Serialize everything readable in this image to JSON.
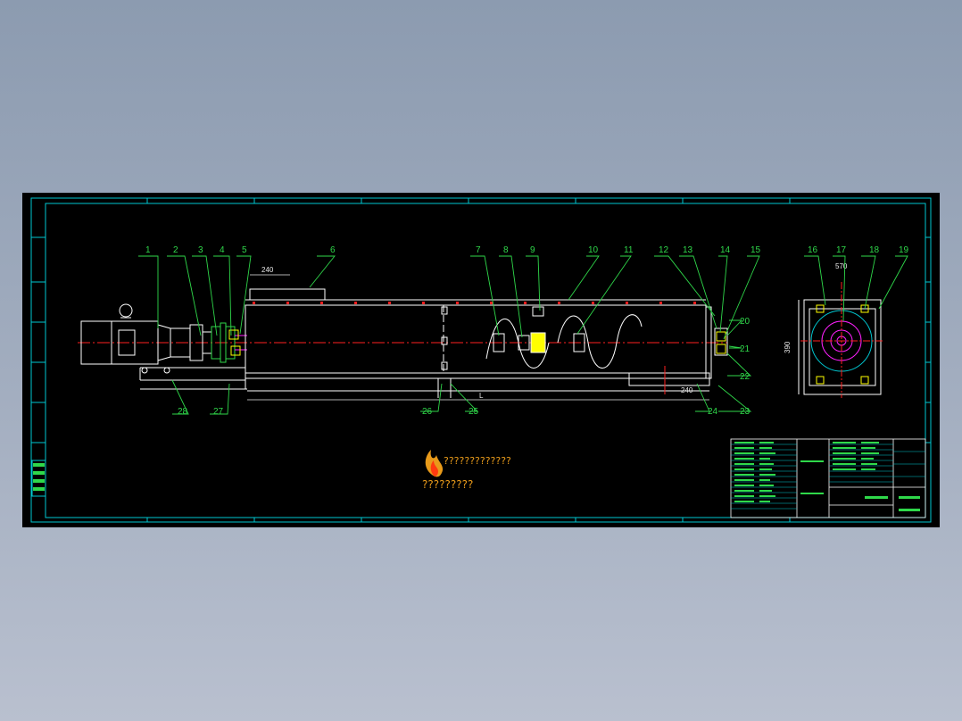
{
  "drawing": {
    "colors": {
      "background": "#000000",
      "frame": "#00c8d2",
      "outline": "#ffffff",
      "centerline": "#ff2020",
      "balloon": "#2fd84a",
      "leader": "#2fd84a",
      "accent": "#ffff00",
      "magenta": "#ff20ff",
      "watermark": "#e89a1a"
    },
    "balloons": [
      "1",
      "2",
      "3",
      "4",
      "5",
      "6",
      "7",
      "8",
      "9",
      "10",
      "11",
      "12",
      "13",
      "14",
      "15",
      "16",
      "17",
      "18",
      "19",
      "20",
      "21",
      "22",
      "23",
      "24",
      "25",
      "26",
      "27",
      "28"
    ],
    "dimensions": {
      "hopper_width": "240",
      "length": "L",
      "tail_offset": "240",
      "end_width": "570",
      "end_height": "390"
    },
    "watermark": {
      "line1": "?????????????",
      "line2": "?????????",
      "icon": "flame-logo-icon"
    }
  }
}
